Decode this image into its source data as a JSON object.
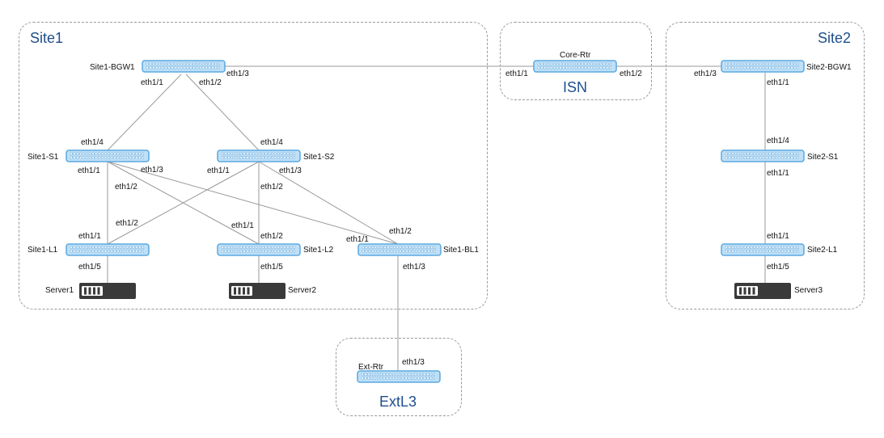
{
  "colors": {
    "region_title": "#1f4e8c",
    "switch_fill": "#bfe0f7",
    "switch_stroke": "#5aa8e0",
    "server_fill": "#3a3a3a",
    "link": "#9a9a9a"
  },
  "regions": {
    "site1": "Site1",
    "isn": "ISN",
    "site2": "Site2",
    "extl3": "ExtL3"
  },
  "devices": {
    "site1_bgw1": "Site1-BGW1",
    "core_rtr": "Core-Rtr",
    "site2_bgw1": "Site2-BGW1",
    "site1_s1": "Site1-S1",
    "site1_s2": "Site1-S2",
    "site2_s1": "Site2-S1",
    "site1_l1": "Site1-L1",
    "site1_l2": "Site1-L2",
    "site1_bl1": "Site1-BL1",
    "site2_l1": "Site2-L1",
    "server1": "Server1",
    "server2": "Server2",
    "server3": "Server3",
    "ext_rtr": "Ext-Rtr"
  },
  "ports": {
    "bgw1_e11": "eth1/1",
    "bgw1_e12": "eth1/2",
    "bgw1_e13": "eth1/3",
    "core_e11": "eth1/1",
    "core_e12": "eth1/2",
    "s2bgw_e13": "eth1/3",
    "s2bgw_e11": "eth1/1",
    "s1_e14": "eth1/4",
    "s1_e11": "eth1/1",
    "s1_e13": "eth1/3",
    "s1_e12": "eth1/2",
    "s2_e14": "eth1/4",
    "s2_e11": "eth1/1",
    "s2_e13": "eth1/3",
    "s2_e12": "eth1/2",
    "l1_e12": "eth1/2",
    "l1_e11": "eth1/1",
    "l1_e15": "eth1/5",
    "l2_e11": "eth1/1",
    "l2_e12": "eth1/2",
    "l2_e15": "eth1/5",
    "bl1_e12": "eth1/2",
    "bl1_e11": "eth1/1",
    "bl1_e13": "eth1/3",
    "site2s1_e14": "eth1/4",
    "site2s1_e11": "eth1/1",
    "site2l1_e11": "eth1/1",
    "site2l1_e15": "eth1/5",
    "ext_e13": "eth1/3"
  }
}
